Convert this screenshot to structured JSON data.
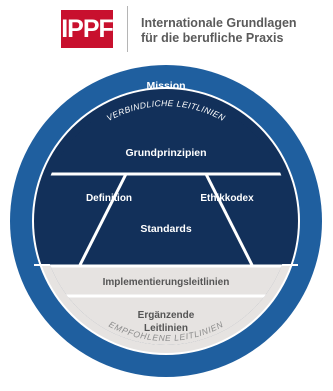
{
  "logo": {
    "text": "IPPF"
  },
  "header": {
    "line1": "Internationale Grundlagen",
    "line2": "für die berufliche Praxis"
  },
  "diagram": {
    "mission": "Mission",
    "mandatory_ring": "VERBINDLICHE LEITLINIEN",
    "core_principles": "Grundprinzipien",
    "definition": "Definition",
    "code_of_ethics": "Ethikkodex",
    "standards": "Standards",
    "implementation_guidance": "Implementierungsleitlinien",
    "supplemental_line1": "Ergänzende",
    "supplemental_line2": "Leitlinien",
    "recommended_ring": "EMPFOHLENE LEITLINIEN"
  },
  "colors": {
    "brand_red": "#c8102e",
    "navy": "#12305a",
    "blue": "#1f5f9f",
    "light_gray": "#e6e3e1",
    "text_gray": "#5a5a5a"
  }
}
